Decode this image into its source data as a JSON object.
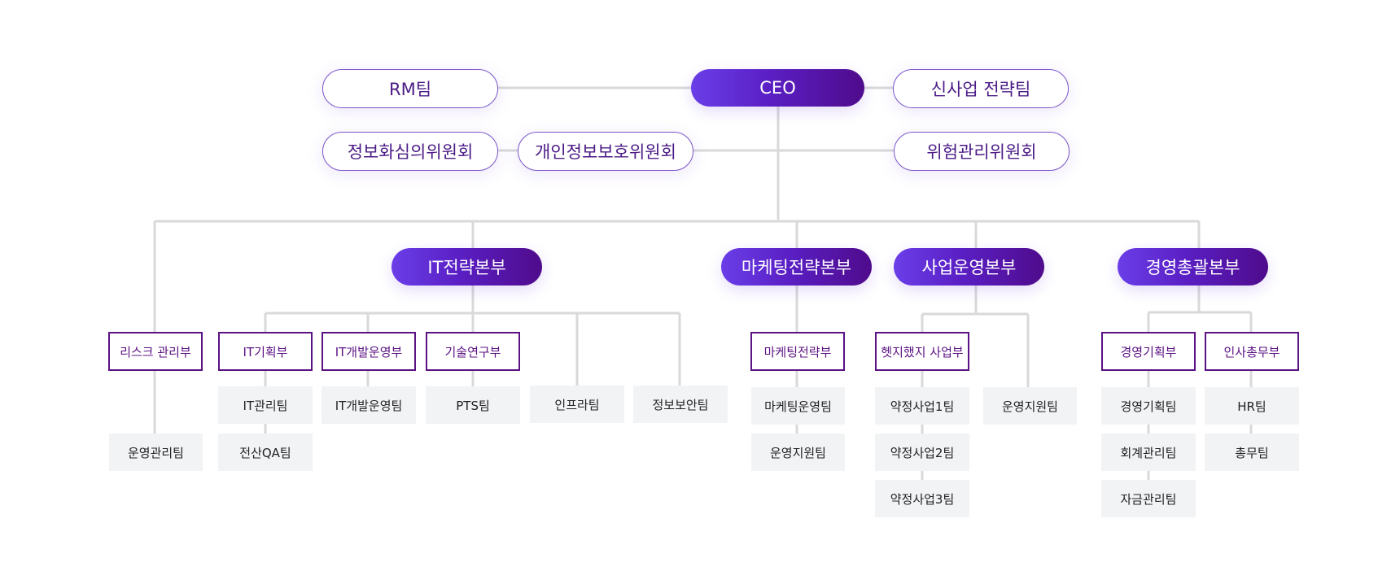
{
  "executive": {
    "ceo": "CEO",
    "rm_team": "RM팀",
    "new_biz_strategy_team": "신사업 전략팀",
    "info_review_committee": "정보화심의위원회",
    "privacy_committee": "개인정보보호위원회",
    "risk_committee": "위험관리위원회"
  },
  "divisions": {
    "it_strategy": "IT전략본부",
    "marketing_strategy": "마케팅전략본부",
    "business_ops": "사업운영본부",
    "management": "경영총괄본부"
  },
  "departments": {
    "risk_mgmt": "리스크 관리부",
    "it_planning": "IT기획부",
    "it_dev_ops": "IT개발운영부",
    "tech_research": "기술연구부",
    "marketing_strategy_dept": "마케팅전략부",
    "hetji_business": "헷지했지 사업부",
    "mgmt_planning": "경영기획부",
    "hr_general": "인사총무부"
  },
  "teams": {
    "ops_mgmt": "운영관리팀",
    "it_mgmt": "IT관리팀",
    "qa": "전산QA팀",
    "it_dev_ops_team": "IT개발운영팀",
    "pts": "PTS팀",
    "infra": "인프라팀",
    "info_security": "정보보안팀",
    "marketing_ops": "마케팅운영팀",
    "ops_support_mkt": "운영지원팀",
    "pharma_1": "약정사업1팀",
    "pharma_2": "약정사업2팀",
    "pharma_3": "약정사업3팀",
    "ops_support_biz": "운영지원팀",
    "mgmt_planning_team": "경영기획팀",
    "accounting": "회계관리팀",
    "funds": "자금관리팀",
    "hr": "HR팀",
    "general_affairs": "총무팀"
  },
  "colors": {
    "purple_gradient_start": "#6a3ee8",
    "purple_gradient_end": "#4f0b8c",
    "dept_border": "#5b1283",
    "team_bg": "#f2f3f5",
    "connector": "#d9d9d9"
  }
}
